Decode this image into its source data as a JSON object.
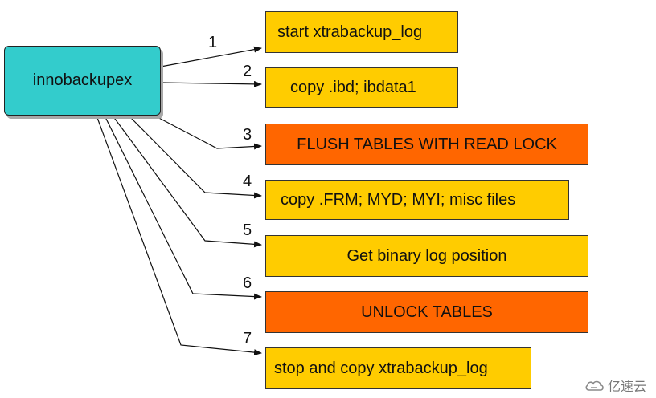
{
  "source": {
    "label": "innobackupex",
    "color": "#33cccc"
  },
  "steps": [
    {
      "number": "1",
      "label": "start xtrabackup_log",
      "color": "#ffcc00"
    },
    {
      "number": "2",
      "label": "copy .ibd; ibdata1",
      "color": "#ffcc00"
    },
    {
      "number": "3",
      "label": "FLUSH TABLES WITH READ LOCK",
      "color": "#ff6600"
    },
    {
      "number": "4",
      "label": "copy .FRM; MYD; MYI; misc files",
      "color": "#ffcc00"
    },
    {
      "number": "5",
      "label": "Get binary log position",
      "color": "#ffcc00"
    },
    {
      "number": "6",
      "label": "UNLOCK TABLES",
      "color": "#ff6600"
    },
    {
      "number": "7",
      "label": "stop and copy xtrabackup_log",
      "color": "#ffcc00"
    }
  ],
  "watermark": {
    "text": "亿速云",
    "icon": "cloud-logo-icon"
  }
}
